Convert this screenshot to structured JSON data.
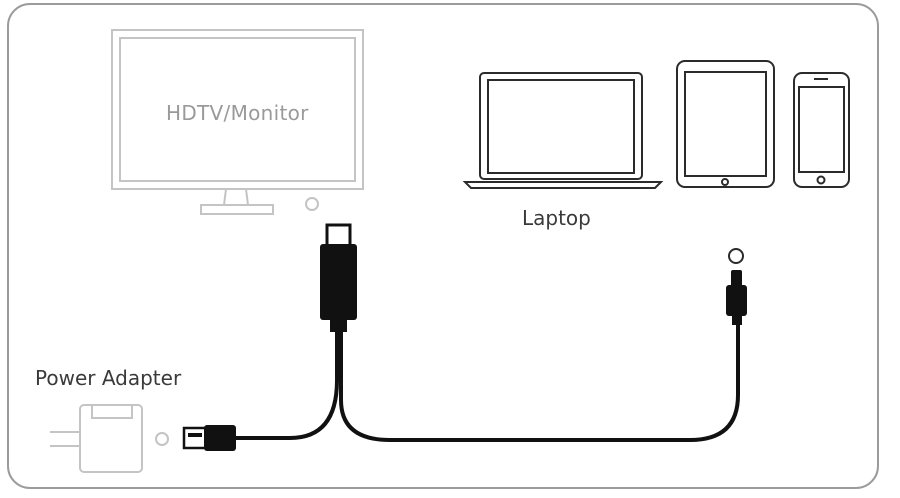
{
  "labels": {
    "tv": "HDTV/Monitor",
    "laptop": "Laptop",
    "power_adapter": "Power Adapter"
  },
  "colors": {
    "frame": "#9b9b9b",
    "tv_outline": "#c4c4c4",
    "device_outline": "#2b2b2b",
    "cable": "#111111"
  },
  "icons": [
    "tv-monitor-icon",
    "laptop-icon",
    "tablet-icon",
    "phone-icon",
    "power-adapter-icon",
    "hdmi-connector-icon",
    "usb-a-connector-icon",
    "lightning-connector-icon"
  ]
}
